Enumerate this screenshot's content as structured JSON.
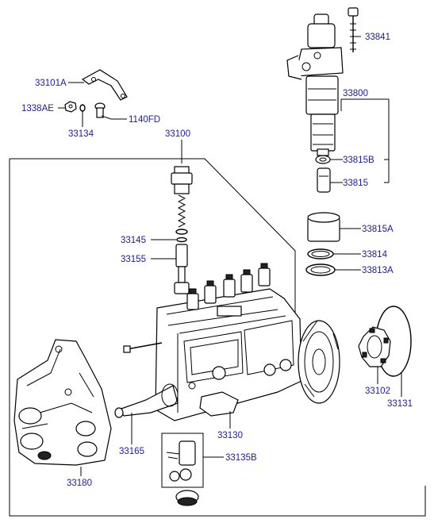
{
  "diagram": {
    "labels": {
      "p33841": "33841",
      "p33800": "33800",
      "p33815B": "33815B",
      "p33815": "33815",
      "p33815A": "33815A",
      "p33814": "33814",
      "p33813A": "33813A",
      "p33101A": "33101A",
      "p1338AE": "1338AE",
      "p1140FD": "1140FD",
      "p33134": "33134",
      "p33100": "33100",
      "p33145": "33145",
      "p33155": "33155",
      "p33102": "33102",
      "p33131": "33131",
      "p33130": "33130",
      "p33165": "33165",
      "p33135B": "33135B",
      "p33180": "33180"
    }
  }
}
